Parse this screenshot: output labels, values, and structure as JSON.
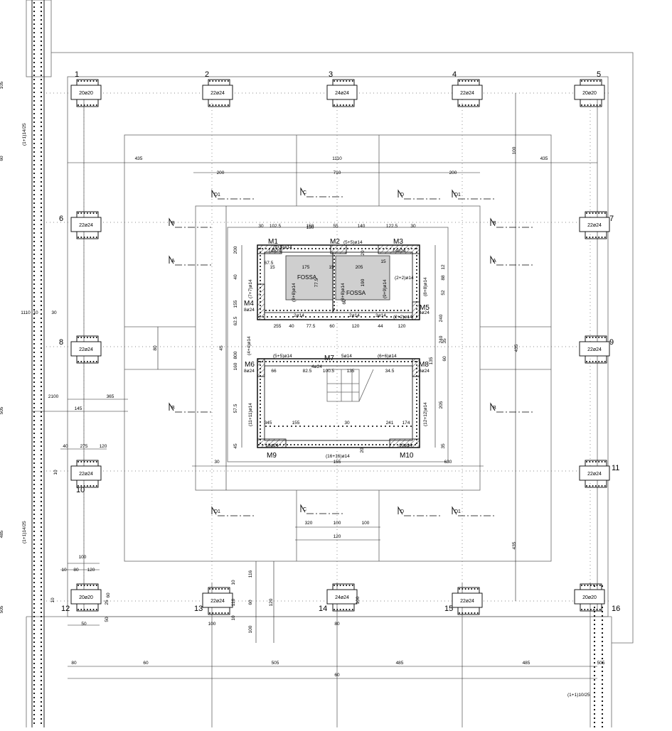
{
  "axes": [
    "1",
    "2",
    "3",
    "4",
    "5",
    "6",
    "7",
    "8",
    "9",
    "10",
    "11",
    "12",
    "13",
    "14",
    "15",
    "16"
  ],
  "piers": [
    "20ø20",
    "22ø24",
    "24ø24",
    "22ø24",
    "20ø20",
    "22ø24",
    "22ø24",
    "22ø24",
    "22ø24",
    "22ø24",
    "22ø24",
    "20ø20",
    "22ø24",
    "24ø24",
    "22ø24",
    "20ø20"
  ],
  "walls": [
    "M1",
    "M2",
    "M3",
    "M4",
    "M5",
    "M6",
    "M7",
    "M8",
    "M9",
    "M10"
  ],
  "wall_bars": [
    "14ø24",
    "14ø24",
    "8ø24",
    "4ø24",
    "8ø24",
    "4ø24",
    "8ø24",
    "10ø24",
    "10ø24"
  ],
  "fossa": "FOSSA",
  "sections": [
    "A",
    "A",
    "B",
    "B",
    "B",
    "B",
    "C",
    "C",
    "D",
    "D",
    "D1",
    "D1",
    "D1",
    "D1"
  ],
  "rebar": [
    "(5+5)ø14",
    "(5+5)ø14",
    "(7+7)ø14",
    "(8+8)ø14",
    "(8+8)ø14",
    "(9+9)ø14",
    "(2+2)ø14",
    "(8+8)ø14",
    "2ø14",
    "2ø14",
    "3ø14",
    "(2+2)ø14",
    "(4+4)ø14",
    "(5+5)ø14",
    "5ø14",
    "(6+6)ø14",
    "(11+11)ø14",
    "(12+12)ø14",
    "(16+16)ø14",
    "(1+1)14/25",
    "(1+1)14/25",
    "(1+1)10/25"
  ],
  "dims": [
    "435",
    "1110",
    "435",
    "200",
    "710",
    "200",
    "30",
    "102.5",
    "150",
    "55",
    "140",
    "122.5",
    "30",
    "15",
    "175",
    "15",
    "205",
    "15",
    "67.5",
    "77.5",
    "190",
    "200",
    "40",
    "155",
    "62.5",
    "80",
    "45",
    "160",
    "800",
    "57.5",
    "45",
    "255",
    "40",
    "77.5",
    "60",
    "120",
    "44",
    "120",
    "66",
    "82.5",
    "100.5",
    "135",
    "34.5",
    "345",
    "155",
    "30",
    "241",
    "174",
    "155",
    "30",
    "630",
    "240",
    "240",
    "135",
    "205",
    "35",
    "275",
    "40",
    "120",
    "10",
    "100",
    "10",
    "80",
    "120",
    "10",
    "50",
    "60",
    "116",
    "116",
    "60",
    "100",
    "120",
    "100",
    "320",
    "100",
    "120",
    "100",
    "100",
    "80",
    "80",
    "60",
    "505",
    "485",
    "485",
    "505",
    "60",
    "2100",
    "145",
    "365",
    "100",
    "435",
    "435",
    "1110",
    "10",
    "30",
    "105",
    "60",
    "505",
    "485",
    "505",
    "60",
    "25",
    "50",
    "10",
    "10",
    "20",
    "20",
    "150",
    "35",
    "88",
    "12",
    "52",
    "60",
    "10"
  ]
}
